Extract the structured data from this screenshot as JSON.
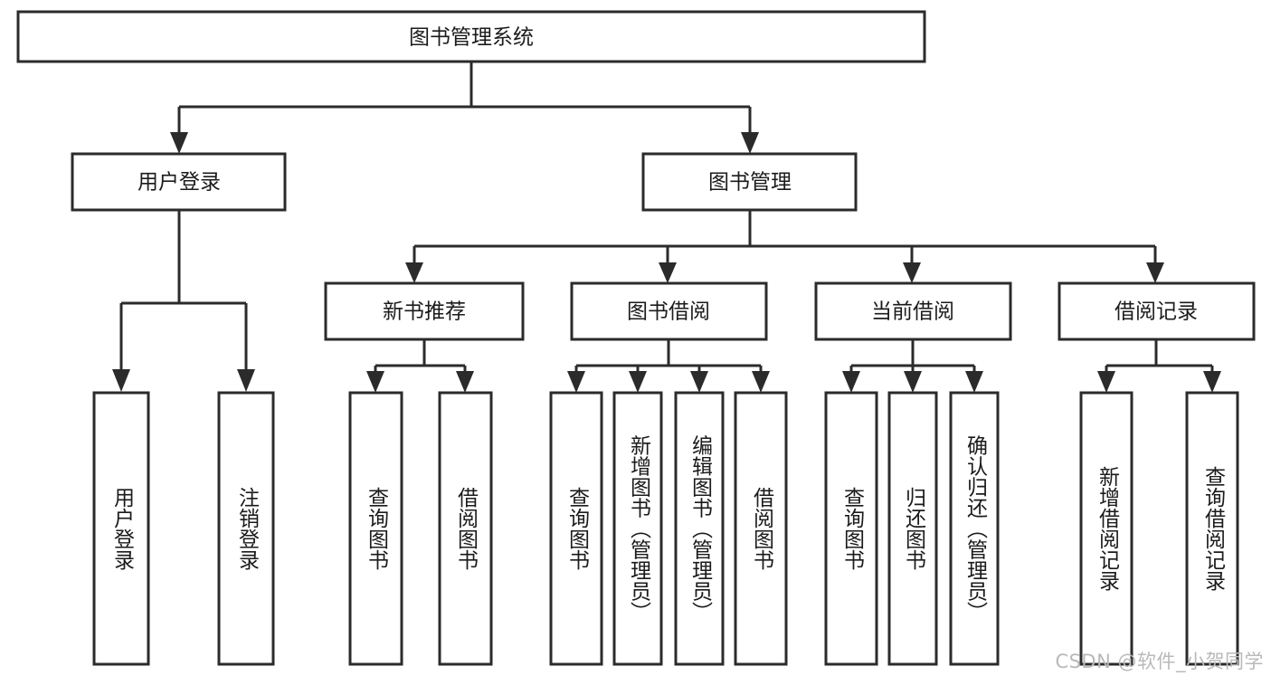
{
  "diagram": {
    "title": "图书管理系统",
    "type": "tree-structure-chart",
    "orientation": "top-down",
    "watermark": "CSDN @软件_小贺同学",
    "colors": {
      "background": "#ffffff",
      "box_fill": "#ffffff",
      "box_stroke": "#2b2b2b",
      "text": "#1b1b1b",
      "watermark": "#b9b9b9"
    },
    "root": {
      "label": "图书管理系统"
    },
    "level2": [
      {
        "label": "用户登录"
      },
      {
        "label": "图书管理"
      }
    ],
    "level3": [
      {
        "label": "新书推荐"
      },
      {
        "label": "图书借阅"
      },
      {
        "label": "当前借阅"
      },
      {
        "label": "借阅记录"
      }
    ],
    "leaves": {
      "user_login": [
        {
          "label": "用户登录"
        },
        {
          "label": "注销登录"
        }
      ],
      "new_book_recommend": [
        {
          "label": "查询图书"
        },
        {
          "label": "借阅图书"
        }
      ],
      "book_borrow": [
        {
          "label": "查询图书"
        },
        {
          "label": "新增图书（管理员）"
        },
        {
          "label": "编辑图书（管理员）"
        },
        {
          "label": "借阅图书"
        }
      ],
      "current_borrow": [
        {
          "label": "查询图书"
        },
        {
          "label": "归还图书"
        },
        {
          "label": "确认归还（管理员）"
        }
      ],
      "borrow_record": [
        {
          "label": "新增借阅记录"
        },
        {
          "label": "查询借阅记录"
        }
      ]
    }
  }
}
